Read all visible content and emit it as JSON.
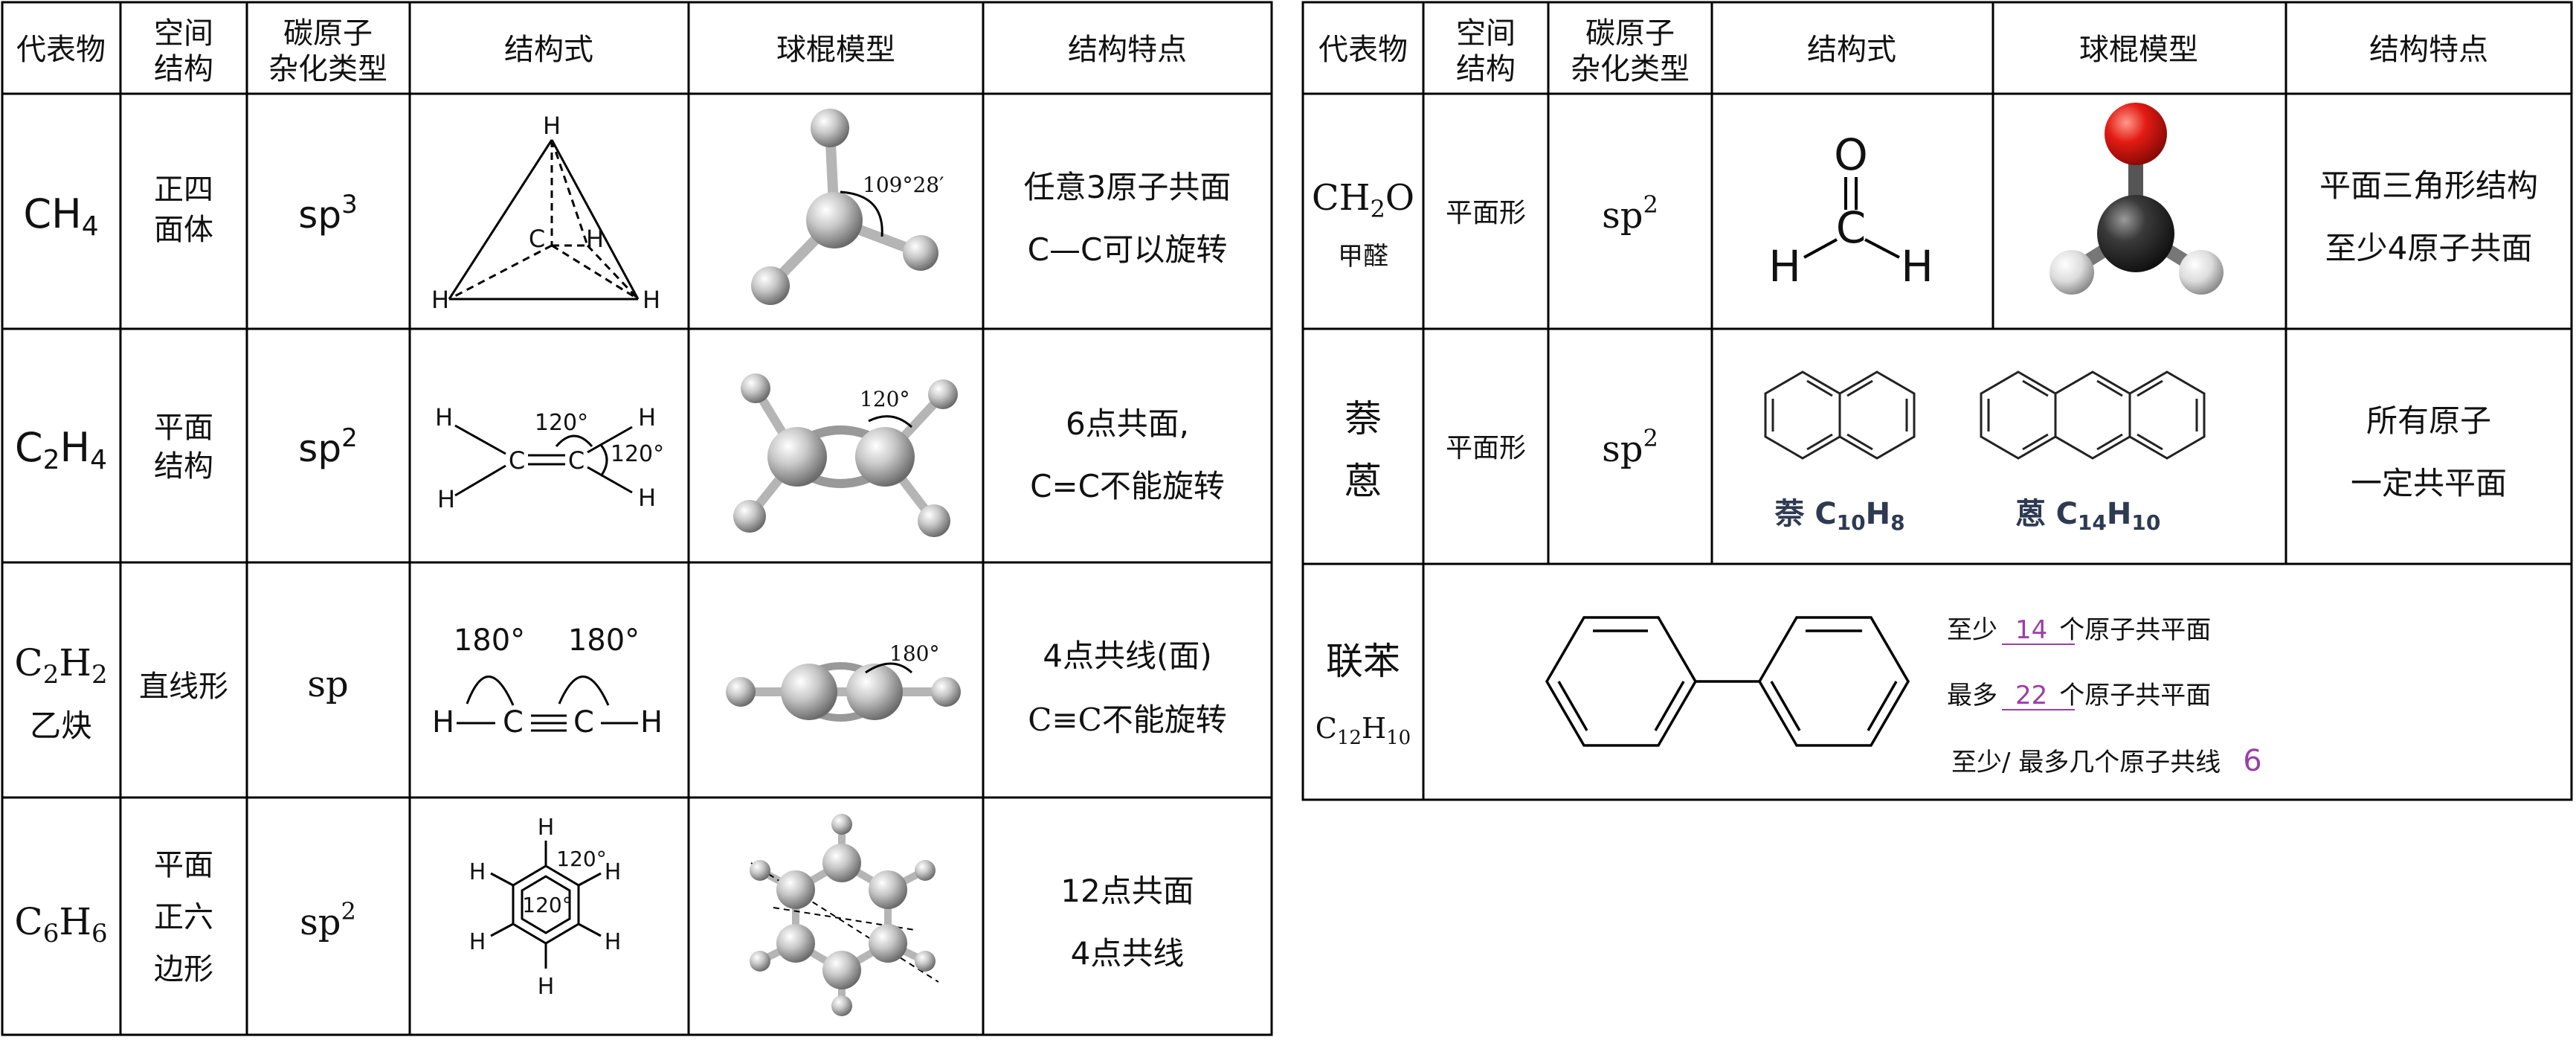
{
  "left_table": {
    "headers": [
      "代表物",
      "空间\n结构",
      "碳原子\n杂化类型",
      "结构式",
      "球棍模型",
      "结构特点"
    ],
    "rows": [
      {
        "representative": "CH4",
        "structure": "正四\n面体",
        "hybridization": "sp3",
        "formula_labels": [
          "H",
          "C",
          "H",
          "H",
          "H"
        ],
        "model_angle": "109°28′",
        "features": [
          "任意3原子共面",
          "C—C可以旋转"
        ]
      },
      {
        "representative": "C2H4",
        "structure": "平面\n结构",
        "hybridization": "sp2",
        "formula_labels": [
          "H",
          "H",
          "C",
          "C",
          "H",
          "H",
          "120°",
          "120°"
        ],
        "model_angle": "120°",
        "features": [
          "6点共面,",
          "C=C不能旋转"
        ]
      },
      {
        "representative": "C2H2",
        "representative_sub": "乙炔",
        "structure": "直线形",
        "hybridization": "sp",
        "formula_labels": [
          "180°",
          "180°",
          "H—C",
          "C—H"
        ],
        "model_angle": "180°",
        "features": [
          "4点共线(面)",
          "C≡C不能旋转"
        ]
      },
      {
        "representative": "C6H6",
        "structure": "平面\n正六\n边形",
        "hybridization": "sp2",
        "formula_labels": [
          "H",
          "H",
          "H",
          "H",
          "H",
          "H",
          "120°",
          "120°"
        ],
        "features": [
          "12点共面",
          "4点共线"
        ]
      }
    ]
  },
  "right_table": {
    "headers": [
      "代表物",
      "空间\n结构",
      "碳原子\n杂化类型",
      "结构式",
      "球棍模型",
      "结构特点"
    ],
    "rows": [
      {
        "representative": "CH2O",
        "representative_sub": "甲醛",
        "structure": "平面形",
        "hybridization": "sp2",
        "formula_labels": [
          "O",
          "C",
          "H",
          "H"
        ],
        "features": [
          "平面三角形结构",
          "至少4原子共面"
        ]
      },
      {
        "representative": "萘\n蒽",
        "structure": "平面形",
        "hybridization": "sp2",
        "naphthalene_caption": "萘 C10H8",
        "anthracene_caption": "蒽 C14H10",
        "features": [
          "所有原子",
          "一定共平面"
        ]
      },
      {
        "representative": "联苯",
        "representative_sub": "C12H10",
        "facts": [
          {
            "prefix": "至少",
            "value": "14",
            "suffix": "个原子共平面"
          },
          {
            "prefix": "最多",
            "value": "22",
            "suffix": "个原子共平面"
          },
          {
            "prefix": "至少/ 最多几个原子共线",
            "value": "6",
            "suffix": ""
          }
        ]
      }
    ]
  },
  "colors": {
    "line": "#000000",
    "answer": "#9b3fa6",
    "oxygen": "#e31b14",
    "carbon": "#2f2f2f",
    "caption": "#2e3a52"
  }
}
